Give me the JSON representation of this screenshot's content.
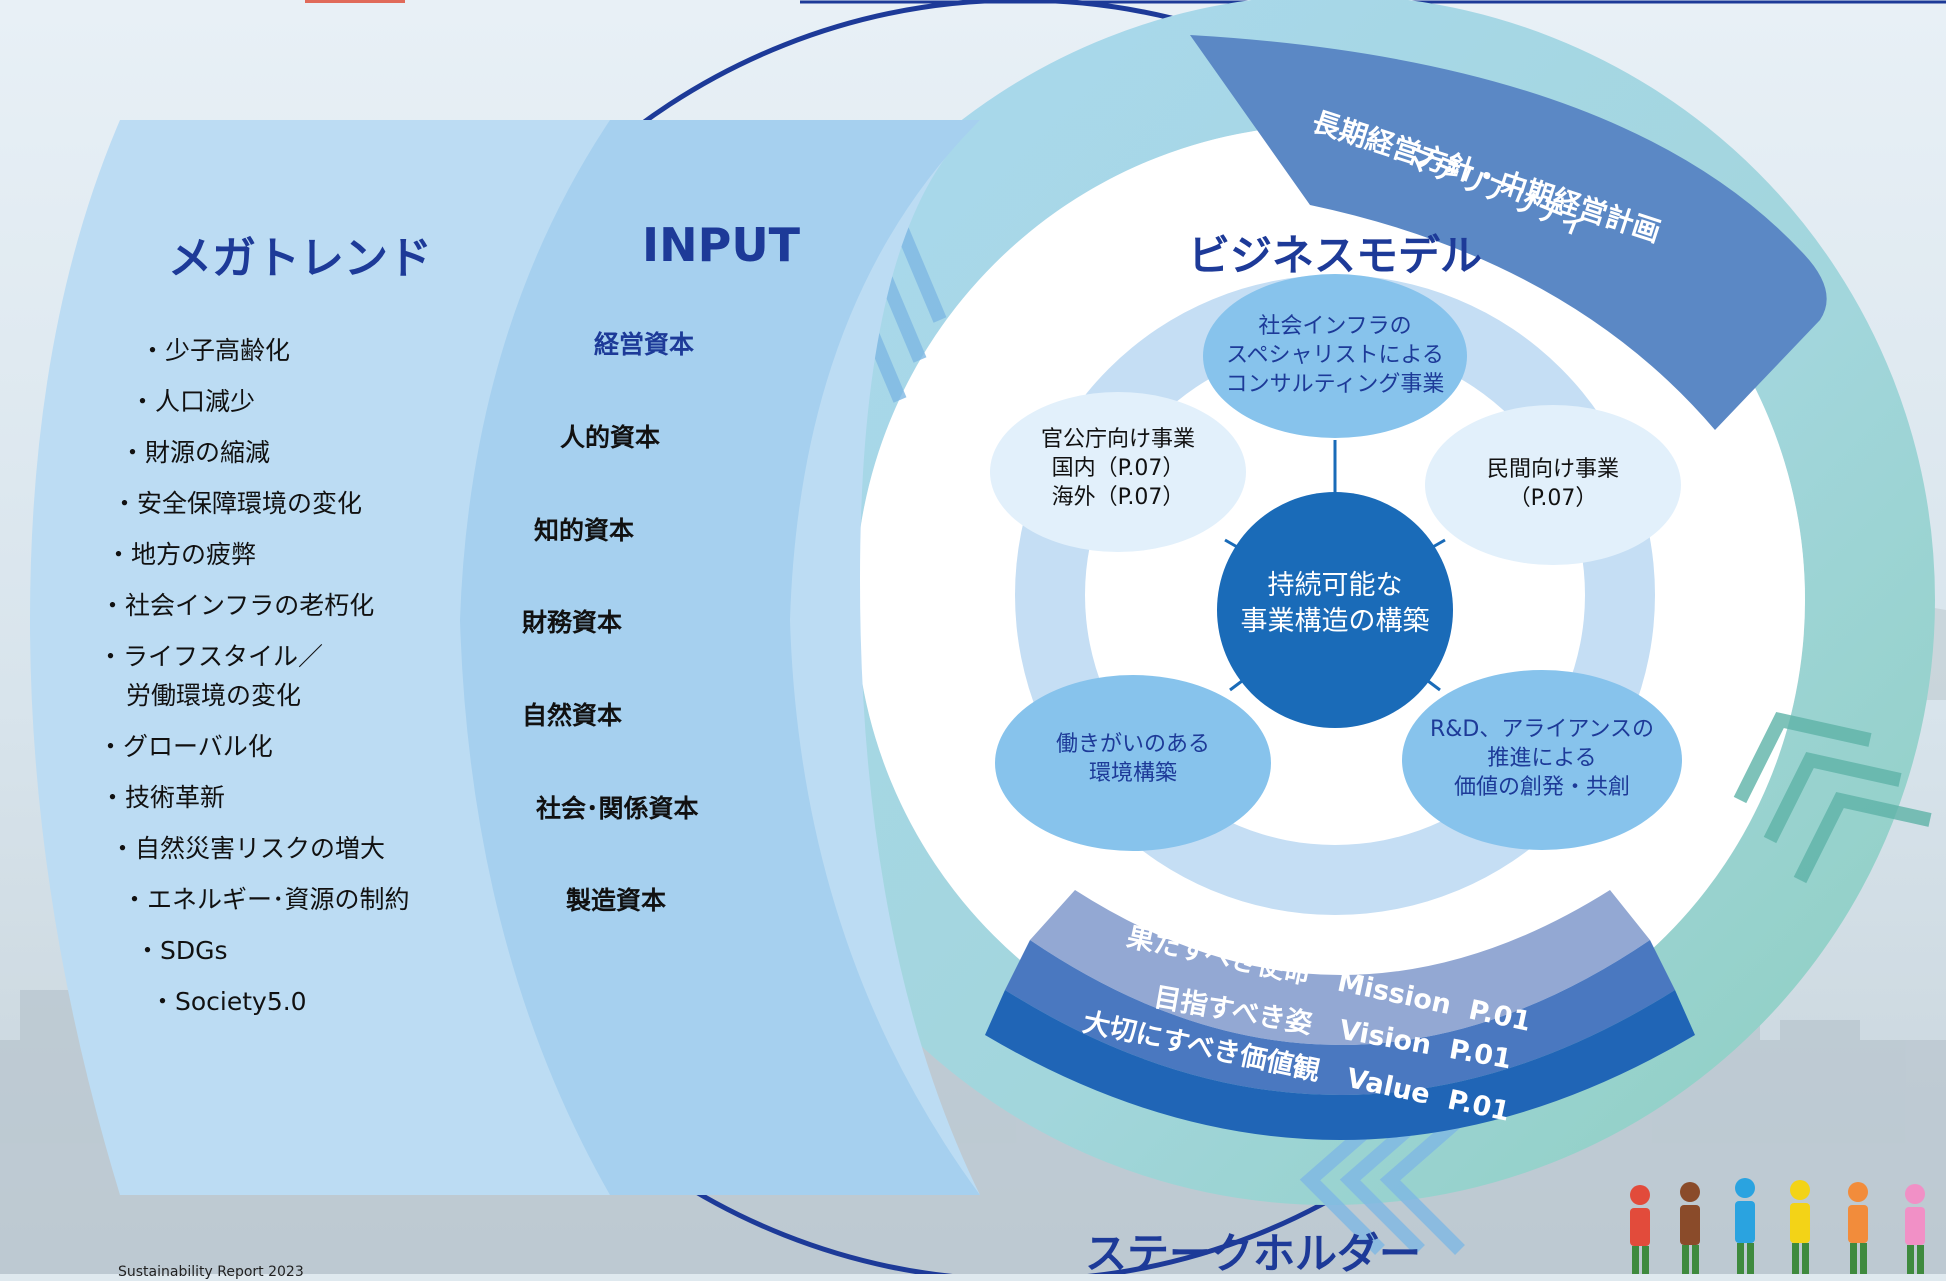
{
  "megatrend": {
    "title": "メガトレンド",
    "items": [
      "・少子高齢化",
      "・人口減少",
      "・財源の縮減",
      "・安全保障環境の変化",
      "・地方の疲弊",
      "・社会インフラの老朽化",
      "・ライフスタイル／",
      "労働環境の変化",
      "・グローバル化",
      "・技術革新",
      "・自然災害リスクの増大",
      "・エネルギー･資源の制約",
      "・SDGs",
      "・Society5.0"
    ]
  },
  "input": {
    "title": "INPUT",
    "items": [
      "経営資本",
      "人的資本",
      "知的資本",
      "財務資本",
      "自然資本",
      "社会･関係資本",
      "製造資本"
    ]
  },
  "plan_banner": {
    "line1": "長期経営方針・中期経営計画",
    "line2": "マテリアリティ"
  },
  "business_model": {
    "title": "ビジネスモデル",
    "center": {
      "line1": "持続可能な",
      "line2": "事業構造の構築"
    },
    "nodes": [
      {
        "lines": [
          "社会インフラの",
          "スペシャリストによる",
          "コンサルティング事業"
        ]
      },
      {
        "lines": [
          "官公庁向け事業",
          "国内（P.07）",
          "海外（P.07）"
        ]
      },
      {
        "lines": [
          "民間向け事業",
          "（P.07）"
        ]
      },
      {
        "lines": [
          "働きがいのある",
          "環境構築"
        ]
      },
      {
        "lines": [
          "R&D、アライアンスの",
          "推進による",
          "価値の創発・共創"
        ]
      }
    ]
  },
  "values": [
    {
      "jp": "果たすべき使命",
      "en": "Mission",
      "page": "P.01",
      "color": "#93a8d3"
    },
    {
      "jp": "目指すべき姿",
      "en": "Vision",
      "page": "P.01",
      "color": "#4a78c0"
    },
    {
      "jp": "大切にすべき価値観",
      "en": "Value",
      "page": "P.01",
      "color": "#2065b6"
    }
  ],
  "stakeholder": {
    "title": "ステークホルダー"
  },
  "footer": {
    "text": "Sustainability Report 2023"
  },
  "colors": {
    "navy": "#1d3a98",
    "teal": "#9fd4d5",
    "ring": "#b7dfeb",
    "banner": "#5b88c5",
    "center": "#1a6bb8"
  }
}
